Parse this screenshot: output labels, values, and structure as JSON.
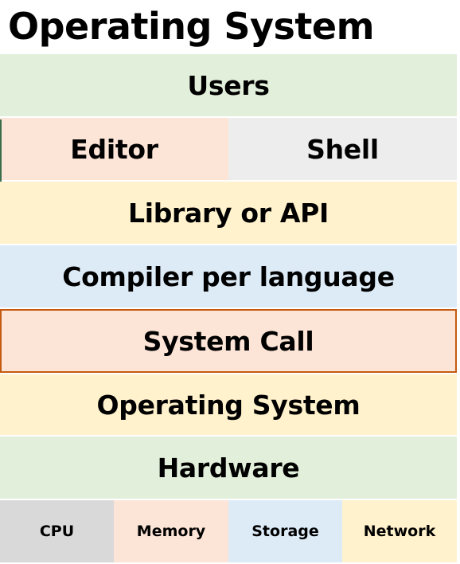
{
  "title": "Operating System",
  "colors": {
    "green": "#e2efda",
    "peach": "#fce4d6",
    "gray": "#ededed",
    "yellow": "#fff2cc",
    "blue": "#ddebf7",
    "cpu_gray": "#d9d9d9",
    "system_call_border": "#c55a11"
  },
  "layers": {
    "users": "Users",
    "editor": "Editor",
    "shell": "Shell",
    "library": "Library or API",
    "compiler": "Compiler per language",
    "system_call": "System Call",
    "operating_system": "Operating System",
    "hardware": "Hardware"
  },
  "hardware_components": [
    "CPU",
    "Memory",
    "Storage",
    "Network"
  ]
}
